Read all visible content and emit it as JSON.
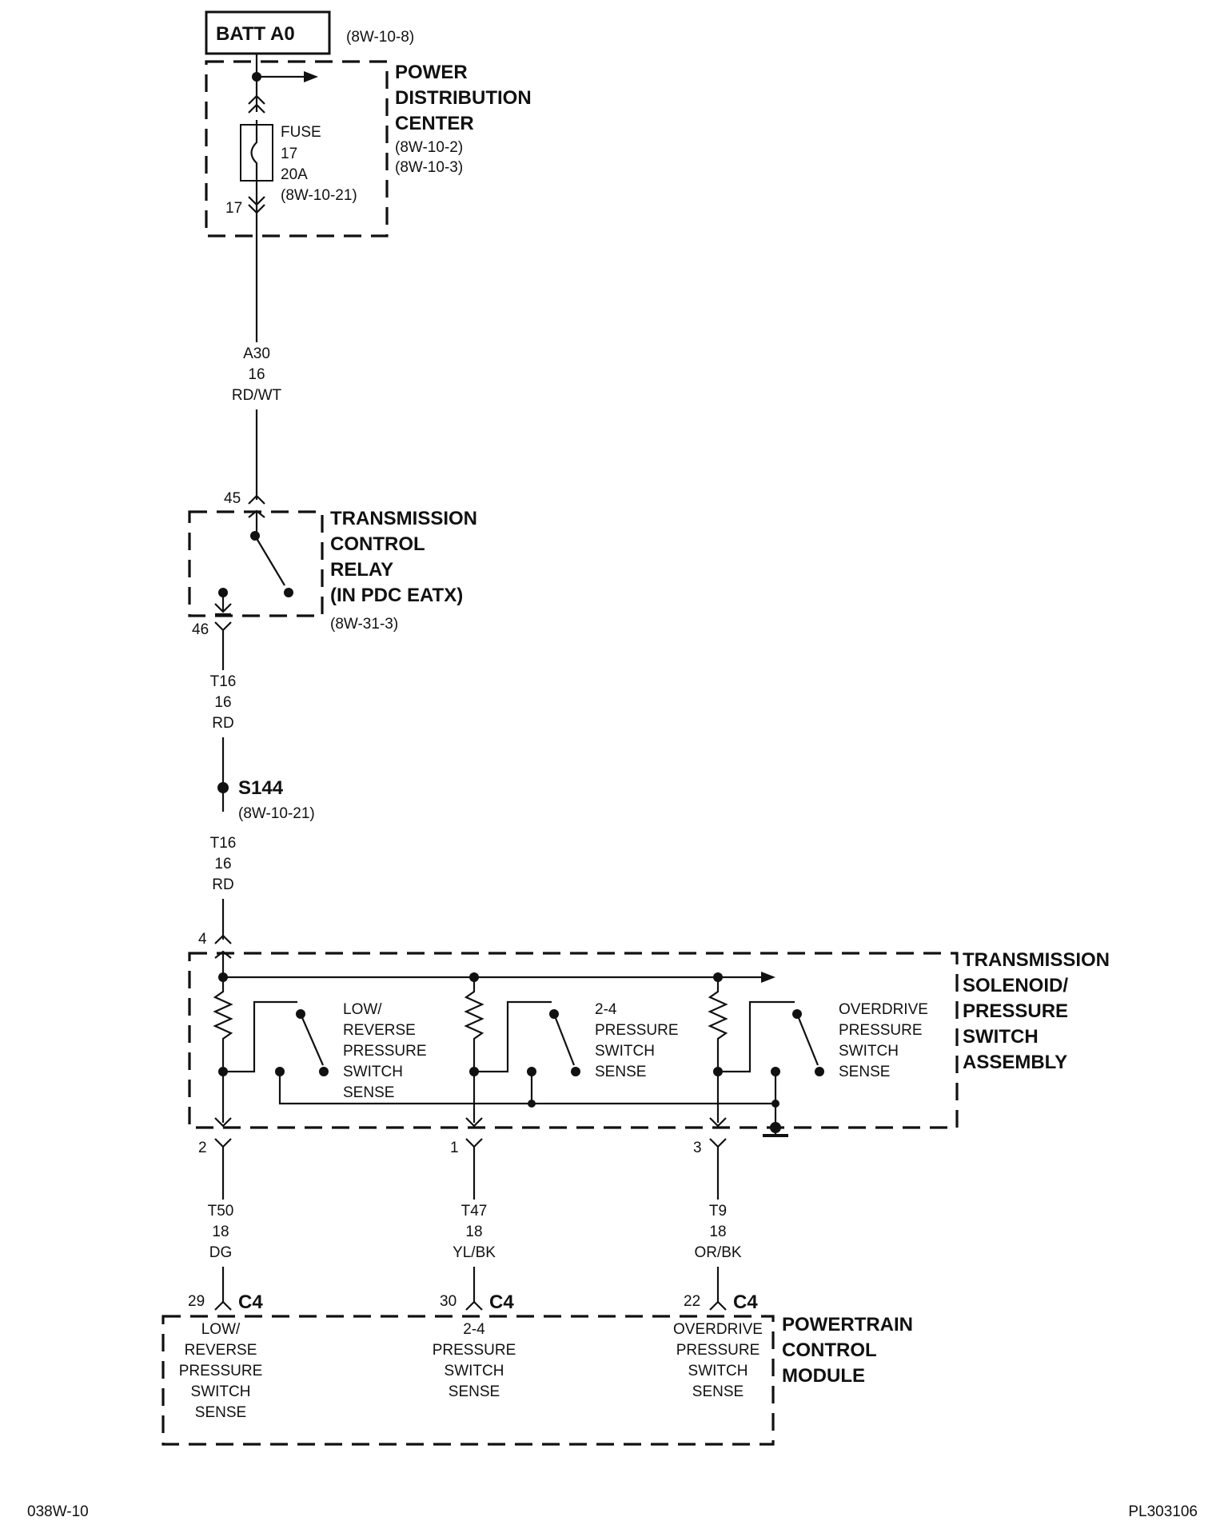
{
  "batt": {
    "label": "BATT A0",
    "ref": "(8W-10-8)"
  },
  "pdc": {
    "title": [
      "POWER",
      "DISTRIBUTION",
      "CENTER"
    ],
    "refs": [
      "(8W-10-2)",
      "(8W-10-3)"
    ],
    "fuse": [
      "FUSE",
      "17",
      "20A",
      "(8W-10-21)"
    ],
    "pin": "17"
  },
  "wire_a30": [
    "A30",
    "16",
    "RD/WT"
  ],
  "relay": {
    "title": [
      "TRANSMISSION",
      "CONTROL",
      "RELAY",
      "(IN PDC EATX)"
    ],
    "ref": "(8W-31-3)",
    "pin_in": "45",
    "pin_out": "46"
  },
  "wire_t16_upper": [
    "T16",
    "16",
    "RD"
  ],
  "splice": {
    "label": "S144",
    "ref": "(8W-10-21)"
  },
  "wire_t16_lower": [
    "T16",
    "16",
    "RD"
  ],
  "tsp": {
    "pin_in": "4",
    "title": [
      "TRANSMISSION",
      "SOLENOID/",
      "PRESSURE",
      "SWITCH",
      "ASSEMBLY"
    ],
    "switches": [
      [
        "LOW/",
        "REVERSE",
        "PRESSURE",
        "SWITCH",
        "SENSE"
      ],
      [
        "2-4",
        "PRESSURE",
        "SWITCH",
        "SENSE"
      ],
      [
        "OVERDRIVE",
        "PRESSURE",
        "SWITCH",
        "SENSE"
      ]
    ],
    "pins": [
      "2",
      "1",
      "3"
    ]
  },
  "wires_out": [
    [
      "T50",
      "18",
      "DG"
    ],
    [
      "T47",
      "18",
      "YL/BK"
    ],
    [
      "T9",
      "18",
      "OR/BK"
    ]
  ],
  "pcm": {
    "pins": [
      "29",
      "30",
      "22"
    ],
    "connector": "C4",
    "title": [
      "POWERTRAIN",
      "CONTROL",
      "MODULE"
    ],
    "inputs": [
      [
        "LOW/",
        "REVERSE",
        "PRESSURE",
        "SWITCH",
        "SENSE"
      ],
      [
        "2-4",
        "PRESSURE",
        "SWITCH",
        "SENSE"
      ],
      [
        "OVERDRIVE",
        "PRESSURE",
        "SWITCH",
        "SENSE"
      ]
    ]
  },
  "footer": {
    "left": "038W-10",
    "right": "PL303106"
  }
}
